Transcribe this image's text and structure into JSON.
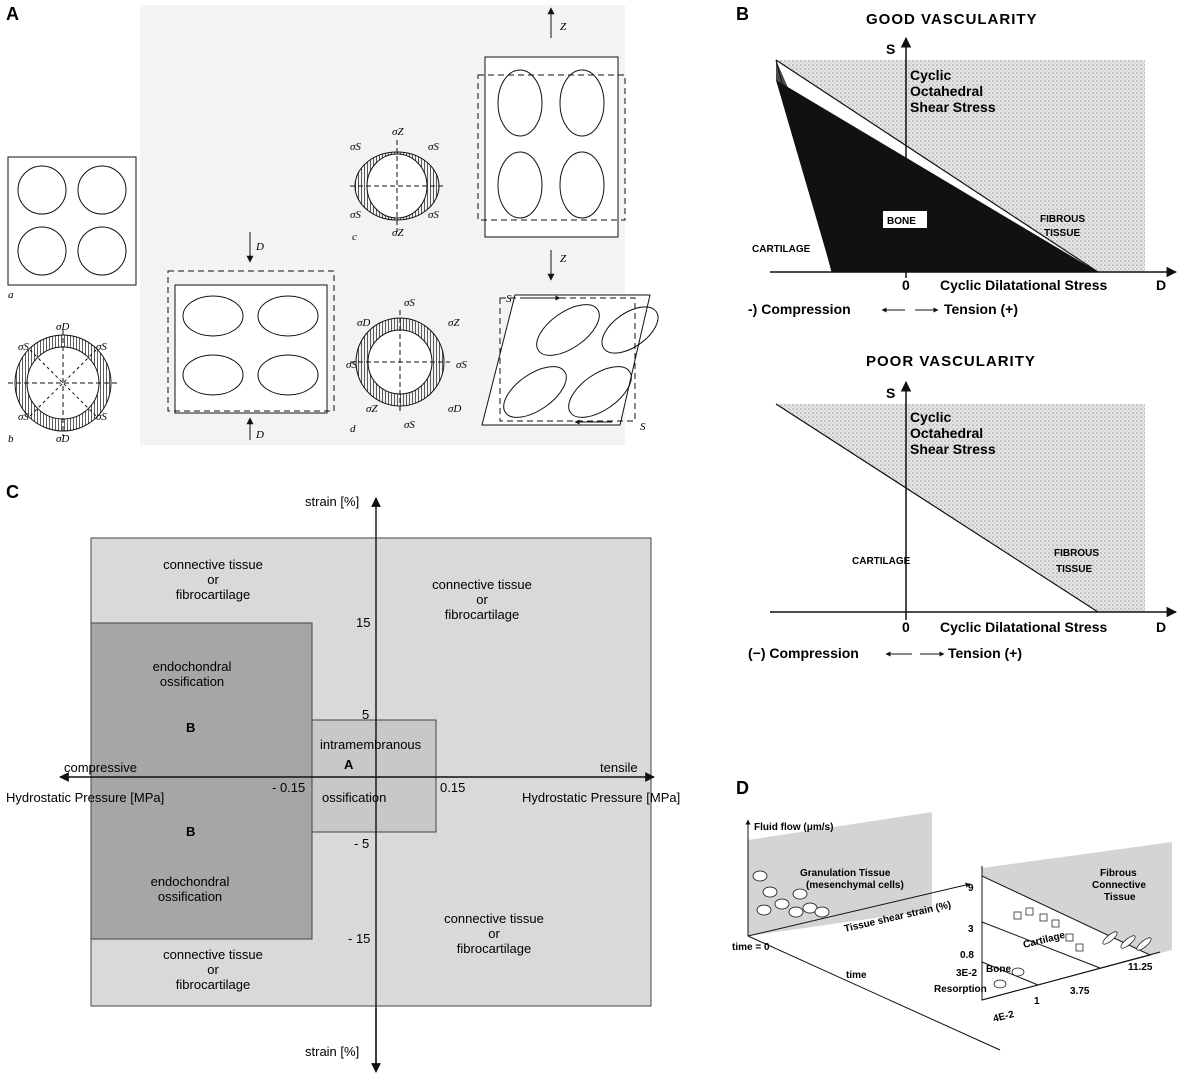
{
  "panels": {
    "A": {
      "letter": "A",
      "sub_labels": [
        "a",
        "b",
        "c",
        "d"
      ],
      "sigma_labels": [
        "σS",
        "σD",
        "σZ"
      ],
      "load_labels": [
        "D",
        "Z",
        "S"
      ]
    },
    "B": {
      "letter": "B",
      "good": {
        "title": "GOOD VASCULARITY",
        "yaxis_letter": "S",
        "yaxis_label": [
          "Cyclic",
          "Octahedral",
          "Shear Stress"
        ],
        "region_cartilage": "CARTILAGE",
        "region_bone": "BONE",
        "region_fibrous": [
          "FIBROUS",
          "TISSUE"
        ],
        "origin": "0",
        "xaxis_label": "Cyclic Dilatational Stress",
        "xaxis_letter": "D",
        "compression": "-) Compression",
        "tension": "Tension (+)"
      },
      "poor": {
        "title": "POOR VASCULARITY",
        "yaxis_letter": "S",
        "yaxis_label": [
          "Cyclic",
          "Octahedral",
          "Shear Stress"
        ],
        "region_cartilage": "CARTILAGE",
        "region_fibrous": [
          "FIBROUS",
          "TISSUE"
        ],
        "origin": "0",
        "xaxis_label": "Cyclic Dilatational Stress",
        "xaxis_letter": "D",
        "compression": "(−) Compression",
        "tension": "Tension (+)"
      }
    },
    "C": {
      "letter": "C",
      "y_top_label": "strain  [%]",
      "y_bottom_label": "strain  [%]",
      "x_left_label": "compressive",
      "x_right_label": "tensile",
      "hp_left": "Hydrostatic Pressure [MPa]",
      "hp_right": "Hydrostatic Pressure [MPa]",
      "ticks": {
        "y15": "15",
        "y5": "5",
        "ym5": "- 5",
        "ym15": "- 15",
        "xm015": "- 0.15",
        "x015": "0.15"
      },
      "connective": [
        "connective tissue",
        "or",
        "fibrocartilage"
      ],
      "endochondral": [
        "endochondral",
        "ossification"
      ],
      "intramembranous": "intramembranous",
      "ossification": "ossification",
      "label_A": "A",
      "label_B": "B"
    },
    "D": {
      "letter": "D",
      "fluid_flow": "Fluid flow (μm/s)",
      "granulation": [
        "Granulation Tissue",
        "(mesenchymal cells)"
      ],
      "shear": "Tissue shear strain (%)",
      "time0": "time = 0",
      "time": "time",
      "fibrous": [
        "Fibrous",
        "Connective",
        "Tissue"
      ],
      "cartilage": "Cartilage",
      "bone": "Bone",
      "resorption": "Resorption",
      "y_ticks": [
        "9",
        "3",
        "0.8",
        "3E-2"
      ],
      "x_ticks": [
        "4E-2",
        "1",
        "3.75",
        "11.25"
      ]
    }
  },
  "colors": {
    "light_gray": "#d9d9d9",
    "mid_gray": "#a6a6a6",
    "dark": "#1a1a1a",
    "stipple": "#c8c8c8"
  }
}
